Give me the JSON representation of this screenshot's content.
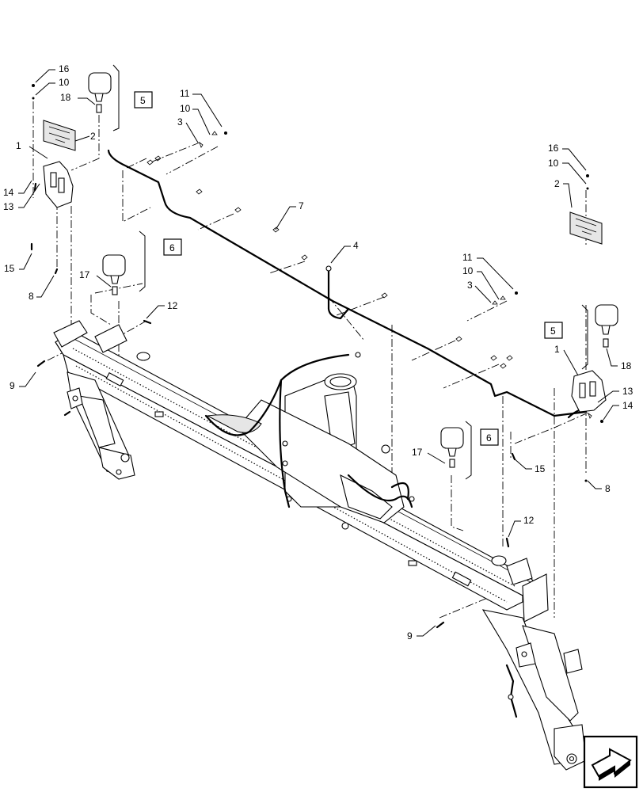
{
  "callouts": [
    {
      "id": "c16a",
      "text": "16"
    },
    {
      "id": "c10a",
      "text": "10"
    },
    {
      "id": "c18a",
      "text": "18"
    },
    {
      "id": "c1a",
      "text": "1"
    },
    {
      "id": "c2a",
      "text": "2"
    },
    {
      "id": "c14a",
      "text": "14"
    },
    {
      "id": "c13a",
      "text": "13"
    },
    {
      "id": "c15a",
      "text": "15"
    },
    {
      "id": "c8a",
      "text": "8"
    },
    {
      "id": "c17a",
      "text": "17"
    },
    {
      "id": "c12a",
      "text": "12"
    },
    {
      "id": "c9a",
      "text": "9"
    },
    {
      "id": "c11a",
      "text": "11"
    },
    {
      "id": "c10b",
      "text": "10"
    },
    {
      "id": "c3a",
      "text": "3"
    },
    {
      "id": "c7",
      "text": "7"
    },
    {
      "id": "c4",
      "text": "4"
    },
    {
      "id": "c16b",
      "text": "16"
    },
    {
      "id": "c10c",
      "text": "10"
    },
    {
      "id": "c2b",
      "text": "2"
    },
    {
      "id": "c11b",
      "text": "11"
    },
    {
      "id": "c10d",
      "text": "10"
    },
    {
      "id": "c3b",
      "text": "3"
    },
    {
      "id": "c1b",
      "text": "1"
    },
    {
      "id": "c18b",
      "text": "18"
    },
    {
      "id": "c13b",
      "text": "13"
    },
    {
      "id": "c14b",
      "text": "14"
    },
    {
      "id": "c15b",
      "text": "15"
    },
    {
      "id": "c8b",
      "text": "8"
    },
    {
      "id": "c17b",
      "text": "17"
    },
    {
      "id": "c12b",
      "text": "12"
    },
    {
      "id": "c9b",
      "text": "9"
    }
  ],
  "assembly_refs": [
    {
      "id": "box5a",
      "text": "5"
    },
    {
      "id": "box6a",
      "text": "6"
    },
    {
      "id": "box5b",
      "text": "5"
    },
    {
      "id": "box6b",
      "text": "6"
    }
  ],
  "icons": {
    "navigation": "next-page-arrow-icon"
  }
}
